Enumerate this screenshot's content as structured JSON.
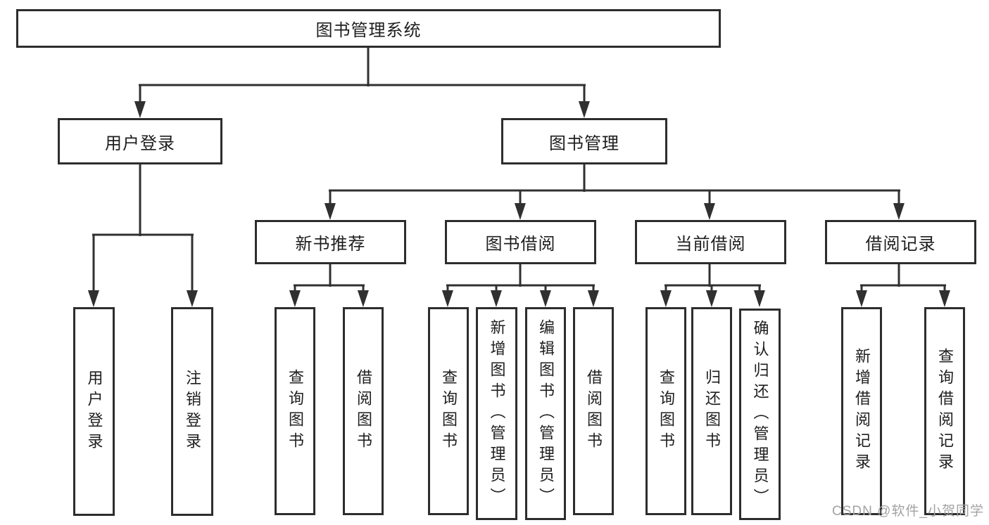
{
  "diagram": {
    "root": {
      "label": "图书管理系统"
    },
    "user_branch": {
      "label": "用户登录",
      "children": [
        {
          "label": "用户登录"
        },
        {
          "label": "注销登录"
        }
      ]
    },
    "book_branch": {
      "label": "图书管理",
      "modules": [
        {
          "label": "新书推荐",
          "children": [
            {
              "label": "查询图书"
            },
            {
              "label": "借阅图书"
            }
          ]
        },
        {
          "label": "图书借阅",
          "children": [
            {
              "label": "查询图书"
            },
            {
              "label": "新增图书（管理员）"
            },
            {
              "label": "编辑图书（管理员）"
            },
            {
              "label": "借阅图书"
            }
          ]
        },
        {
          "label": "当前借阅",
          "children": [
            {
              "label": "查询图书"
            },
            {
              "label": "归还图书"
            },
            {
              "label": "确认归还（管理员）"
            }
          ]
        },
        {
          "label": "借阅记录",
          "children": [
            {
              "label": "新增借阅记录"
            },
            {
              "label": "查询借阅记录"
            }
          ]
        }
      ]
    }
  },
  "watermark": {
    "text": "CSDN @软件_小贺同学"
  },
  "colors": {
    "line": "#303030",
    "box_border": "#2d2d2d",
    "text": "#1e1e1e",
    "watermark": "#a3a3a3",
    "background": "#ffffff"
  }
}
